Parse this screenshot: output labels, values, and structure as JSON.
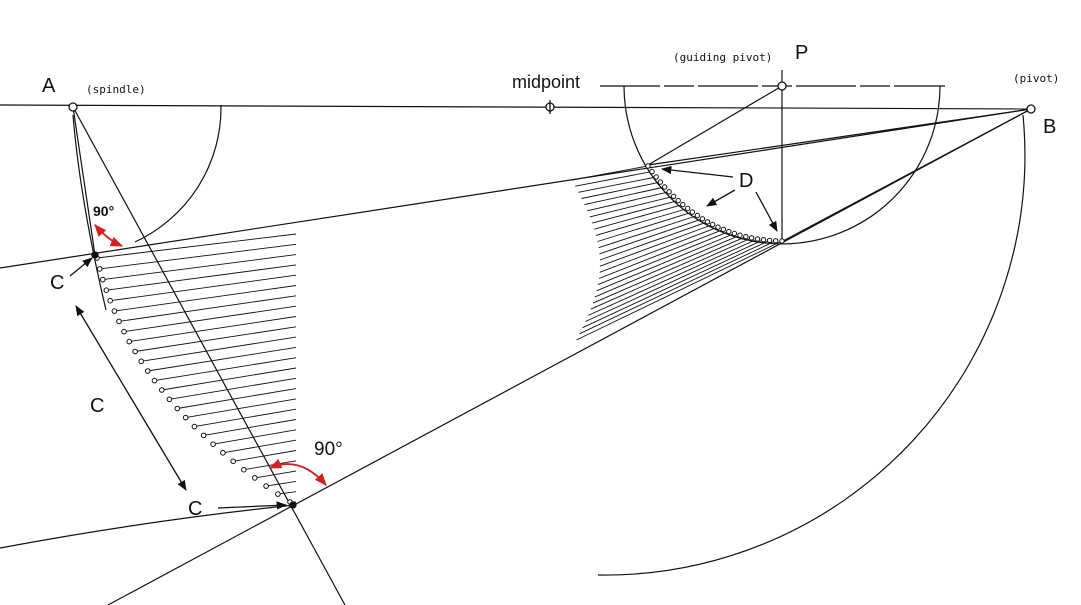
{
  "points": {
    "A": {
      "label": "A",
      "note": "(spindle)"
    },
    "B": {
      "label": "B",
      "note": "(pivot)"
    },
    "P": {
      "label": "P",
      "note": "(guiding pivot)"
    },
    "midpoint": {
      "label": "midpoint"
    }
  },
  "markers": {
    "C_top": "C",
    "C_middle": "C",
    "C_bottom": "C",
    "D": "D"
  },
  "angles": {
    "upper": "90°",
    "lower": "90°"
  },
  "colors": {
    "ink": "#111111",
    "accent": "#d42020",
    "background": "#ffffff"
  }
}
